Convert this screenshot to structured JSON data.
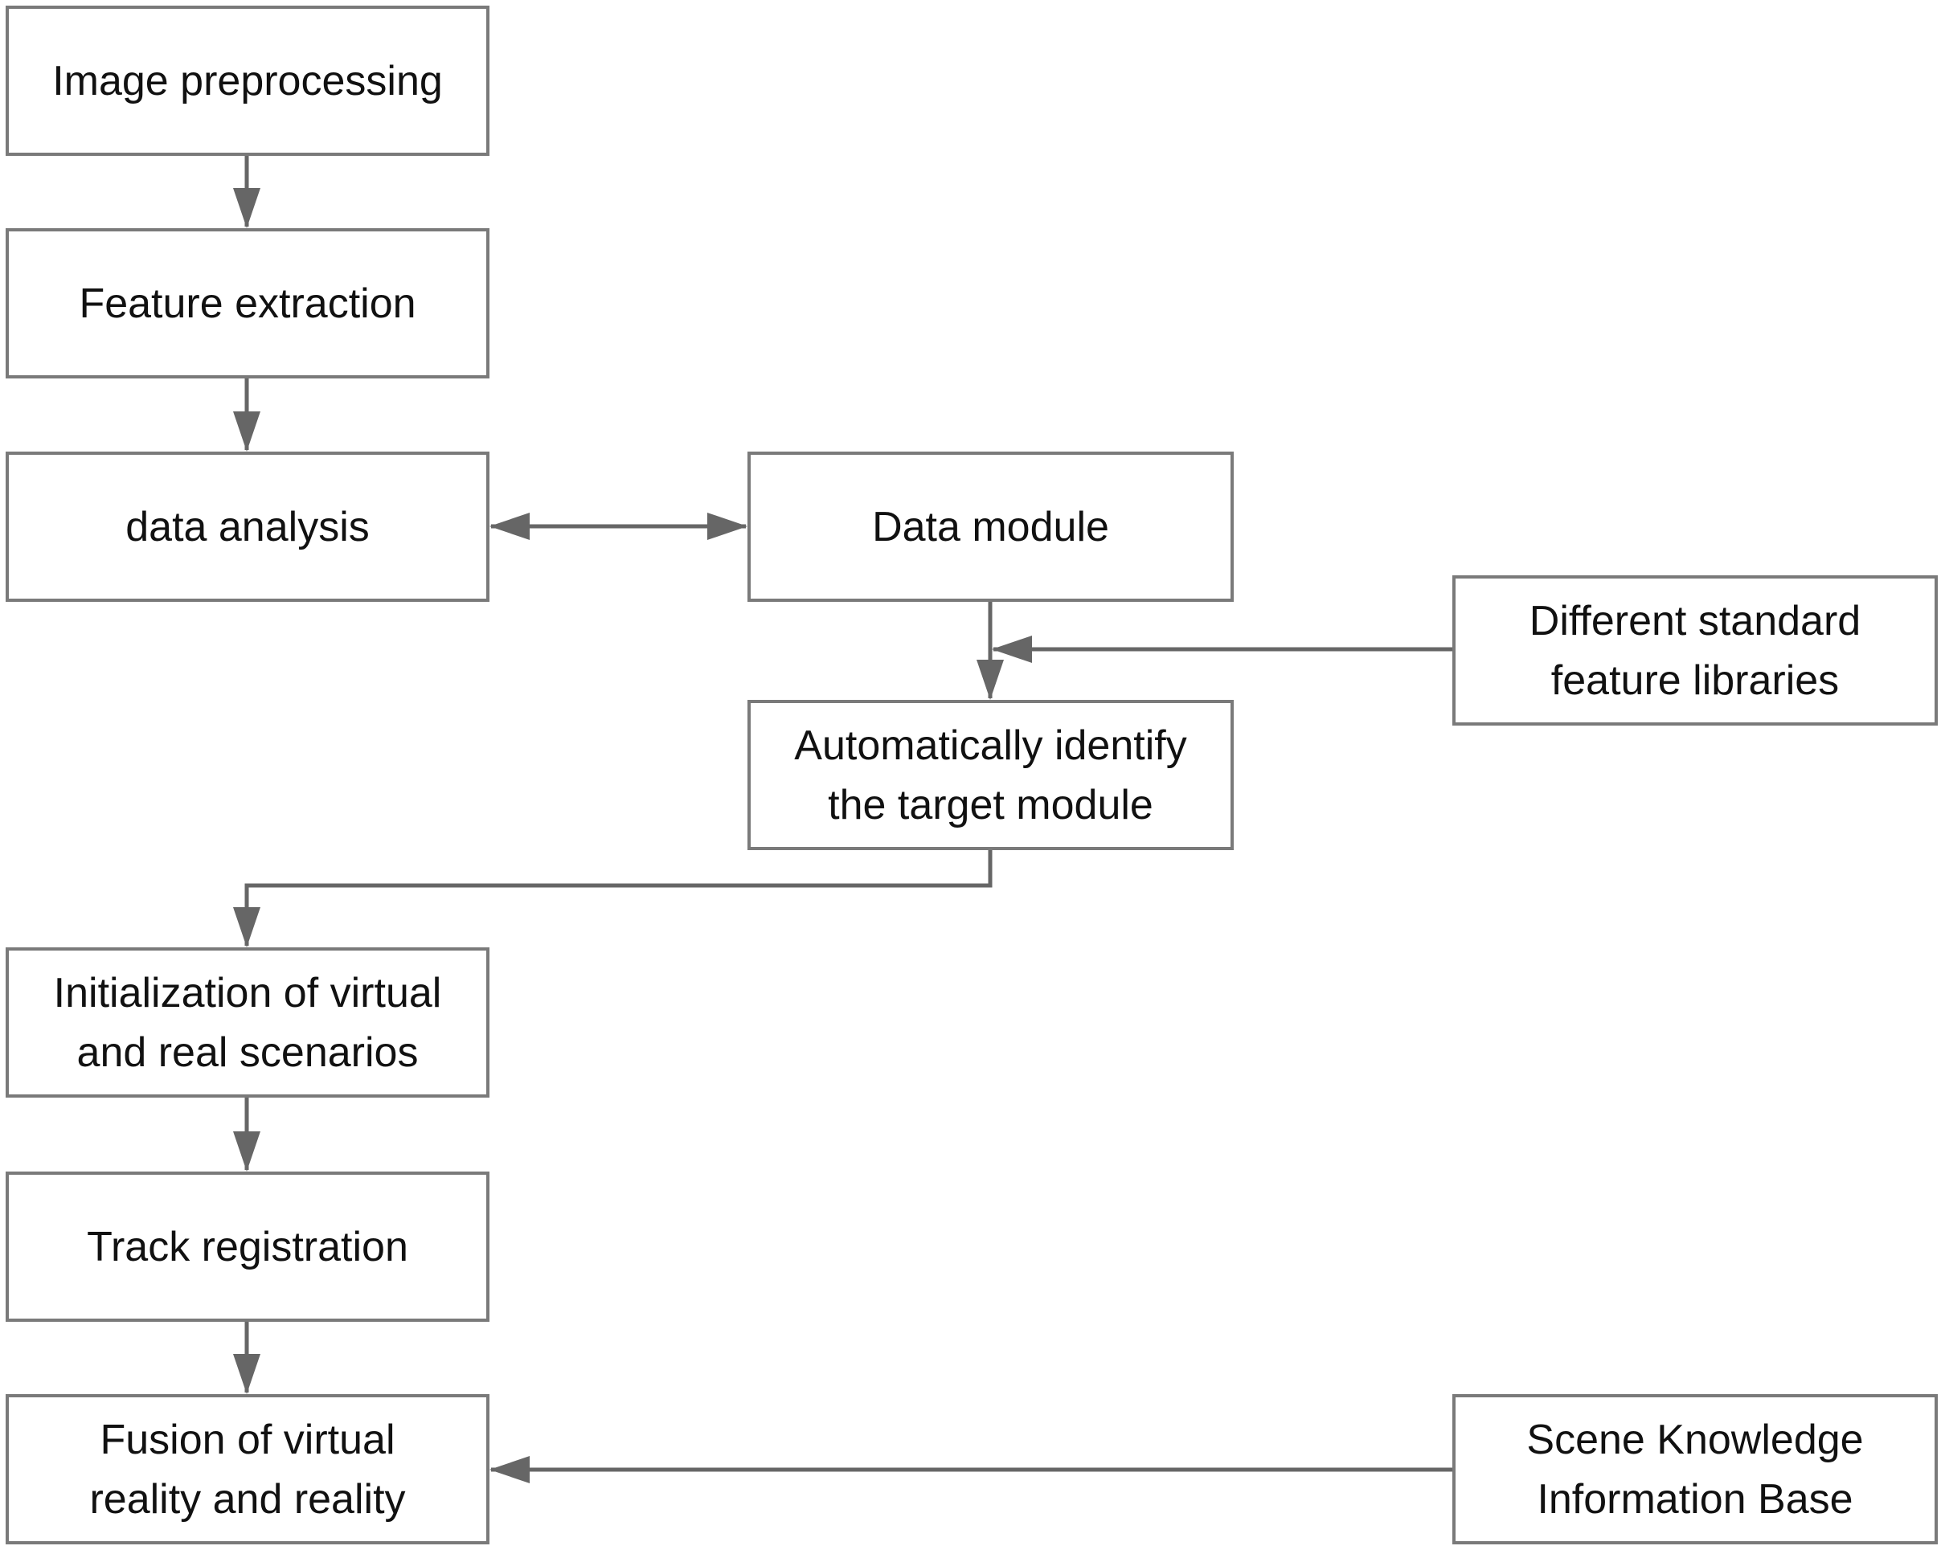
{
  "diagram": {
    "nodes": {
      "image_preprocessing": "Image preprocessing",
      "feature_extraction": "Feature extraction",
      "data_analysis": "data analysis",
      "data_module": "Data module",
      "standard_feature_libraries": {
        "line1": "Different standard",
        "line2": "feature libraries"
      },
      "identify_target": {
        "line1": "Automatically identify",
        "line2": "the target module"
      },
      "initialization": {
        "line1": "Initialization of virtual",
        "line2": "and real scenarios"
      },
      "track_registration": "Track registration",
      "fusion": {
        "line1": "Fusion of virtual",
        "line2": "reality and reality"
      },
      "scene_knowledge": {
        "line1": "Scene Knowledge",
        "line2": "Information Base"
      }
    },
    "edges": [
      {
        "from": "image_preprocessing",
        "to": "feature_extraction",
        "direction": "forward"
      },
      {
        "from": "feature_extraction",
        "to": "data_analysis",
        "direction": "forward"
      },
      {
        "from": "data_analysis",
        "to": "data_module",
        "direction": "both"
      },
      {
        "from": "data_module",
        "to": "identify_target",
        "direction": "forward"
      },
      {
        "from": "standard_feature_libraries",
        "to": "identify_target",
        "direction": "forward"
      },
      {
        "from": "identify_target",
        "to": "initialization",
        "direction": "forward"
      },
      {
        "from": "initialization",
        "to": "track_registration",
        "direction": "forward"
      },
      {
        "from": "track_registration",
        "to": "fusion",
        "direction": "forward"
      },
      {
        "from": "scene_knowledge",
        "to": "fusion",
        "direction": "forward"
      }
    ],
    "colors": {
      "border": "#7a7a7a",
      "connector": "#666666",
      "text": "#111111",
      "background": "#ffffff"
    }
  }
}
